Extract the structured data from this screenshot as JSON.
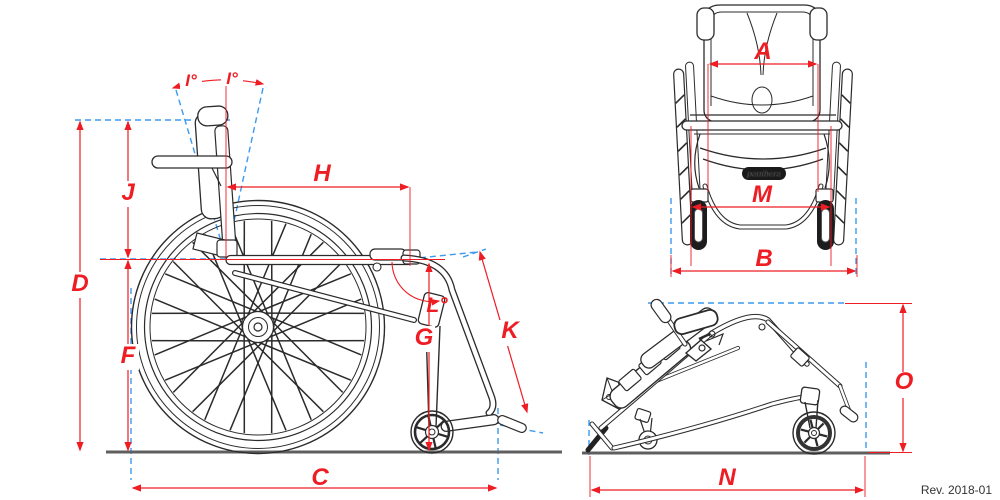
{
  "revision": "Rev. 2018-01",
  "front_view": {
    "logo": "panthera",
    "labels": {
      "A": "A",
      "M": "M",
      "B": "B"
    }
  },
  "side_view": {
    "labels": {
      "I_left": "I°",
      "I_right": "I°",
      "J": "J",
      "D": "D",
      "F": "F",
      "H": "H",
      "C": "C",
      "G": "G",
      "K": "K",
      "L": "L°"
    }
  },
  "folded_view": {
    "labels": {
      "N": "N",
      "O": "O"
    }
  },
  "colors": {
    "dimension_red": "#ee1c23",
    "reference_blue": "#3d9af0",
    "drawing_line": "#2b2b2b",
    "ground_gray": "#5f5f5f"
  }
}
